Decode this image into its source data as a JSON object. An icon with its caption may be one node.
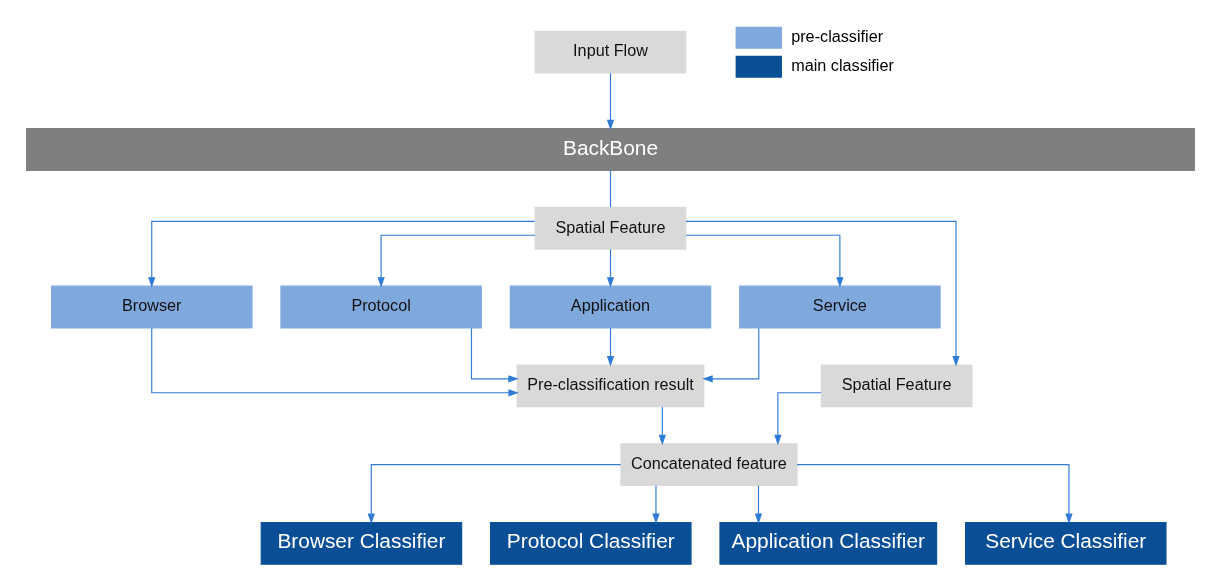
{
  "diagram": {
    "nodes": [
      {
        "text": [
          "Input Flow"
        ]
      },
      {
        "text": [
          "BackBone"
        ]
      },
      {
        "text": [
          "Spatial Feature"
        ]
      },
      {
        "text": [
          "Browser"
        ]
      },
      {
        "text": [
          "Protocol"
        ]
      },
      {
        "text": [
          "Application"
        ]
      },
      {
        "text": [
          "Service"
        ]
      },
      {
        "text": [
          "Spatial Feature"
        ]
      },
      {
        "text": [
          "Pre-classification result"
        ]
      },
      {
        "text": [
          "Concatenated feature"
        ]
      },
      {
        "text": [
          "Browser Classifier"
        ]
      },
      {
        "text": [
          "Protocol Classifier"
        ]
      },
      {
        "text": [
          "Application Classifier"
        ]
      },
      {
        "text": [
          "Service Classifier"
        ]
      }
    ],
    "edges": [
      {
        "from": 0,
        "to": 1,
        "arrow": "to"
      },
      {
        "from": 1,
        "to": 2,
        "arrow": "none"
      },
      {
        "from": 2,
        "to": 7,
        "arrow": "to"
      },
      {
        "from": 2,
        "to": 3,
        "arrow": "to"
      },
      {
        "from": 2,
        "to": 4,
        "arrow": "to"
      },
      {
        "from": 2,
        "to": 5,
        "arrow": "to"
      },
      {
        "from": 2,
        "to": 6,
        "arrow": "to"
      },
      {
        "from": 3,
        "to": 8,
        "arrow": "to"
      },
      {
        "from": 4,
        "to": 8,
        "arrow": "to"
      },
      {
        "from": 5,
        "to": 8,
        "arrow": "to"
      },
      {
        "from": 6,
        "to": 8,
        "arrow": "to"
      },
      {
        "from": 7,
        "to": 9,
        "arrow": "to"
      },
      {
        "from": 8,
        "to": 9,
        "arrow": "to"
      },
      {
        "from": 9,
        "to": 10,
        "arrow": "to"
      },
      {
        "from": 9,
        "to": 11,
        "arrow": "to"
      },
      {
        "from": 9,
        "to": 12,
        "arrow": "to"
      },
      {
        "from": 9,
        "to": 13,
        "arrow": "to"
      }
    ],
    "legend": [
      {
        "text": "pre-classifier",
        "color": "#7fa9dd"
      },
      {
        "text": "main classifier",
        "color": "#0a4f96"
      }
    ]
  }
}
